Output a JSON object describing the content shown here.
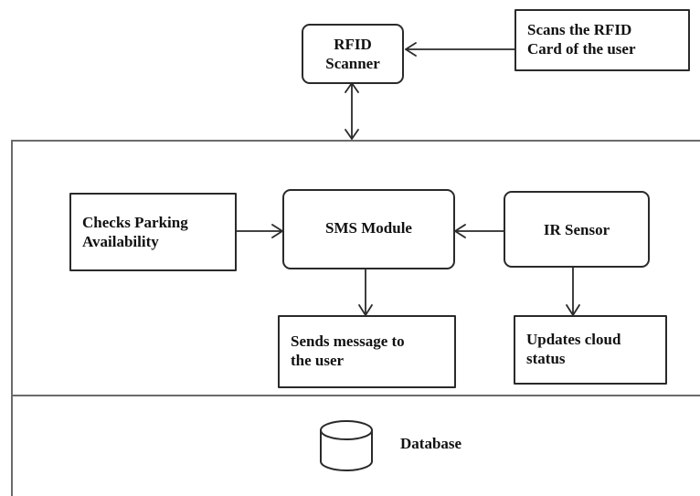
{
  "nodes": {
    "rfid_scanner": {
      "line1": "RFID",
      "line2": "Scanner"
    },
    "scans_card": {
      "line1": "Scans the RFID",
      "line2": "Card of the user"
    },
    "checks_parking": {
      "line1": "Checks Parking",
      "line2": "Availability"
    },
    "sms_module": {
      "label": "SMS Module"
    },
    "ir_sensor": {
      "label": "IR Sensor"
    },
    "sends_message": {
      "line1": "Sends message to",
      "line2": "the user"
    },
    "updates_cloud": {
      "line1": "Updates cloud",
      "line2": "status"
    },
    "database": {
      "label": "Database",
      "icon": "database-cylinder-icon"
    }
  },
  "edges": [
    {
      "from": "scans_card",
      "to": "rfid_scanner"
    },
    {
      "from": "rfid_scanner",
      "to": "system_container",
      "bidirectional": true
    },
    {
      "from": "checks_parking",
      "to": "sms_module"
    },
    {
      "from": "ir_sensor",
      "to": "sms_module"
    },
    {
      "from": "sms_module",
      "to": "sends_message"
    },
    {
      "from": "ir_sensor",
      "to": "updates_cloud"
    }
  ],
  "colors": {
    "line": "#2a2a2a",
    "container": "#6a6a6a",
    "background": "#ffffff"
  }
}
